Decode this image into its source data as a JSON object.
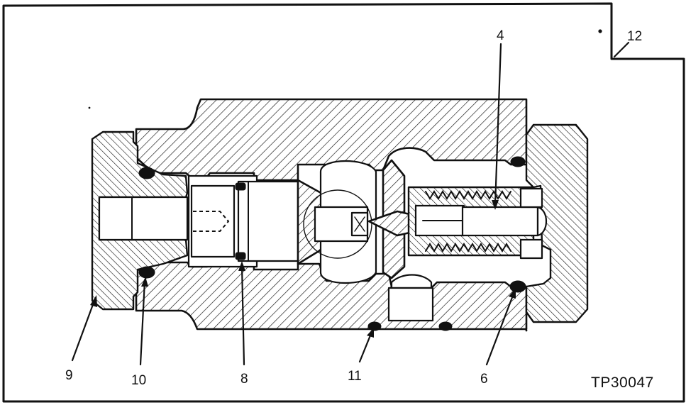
{
  "callouts": {
    "c4": "4",
    "c6": "6",
    "c8": "8",
    "c9": "9",
    "c10": "10",
    "c11": "11",
    "c12": "12"
  },
  "figure_id": "TP30047",
  "colors": {
    "ink": "#111111",
    "paper": "#ffffff"
  }
}
